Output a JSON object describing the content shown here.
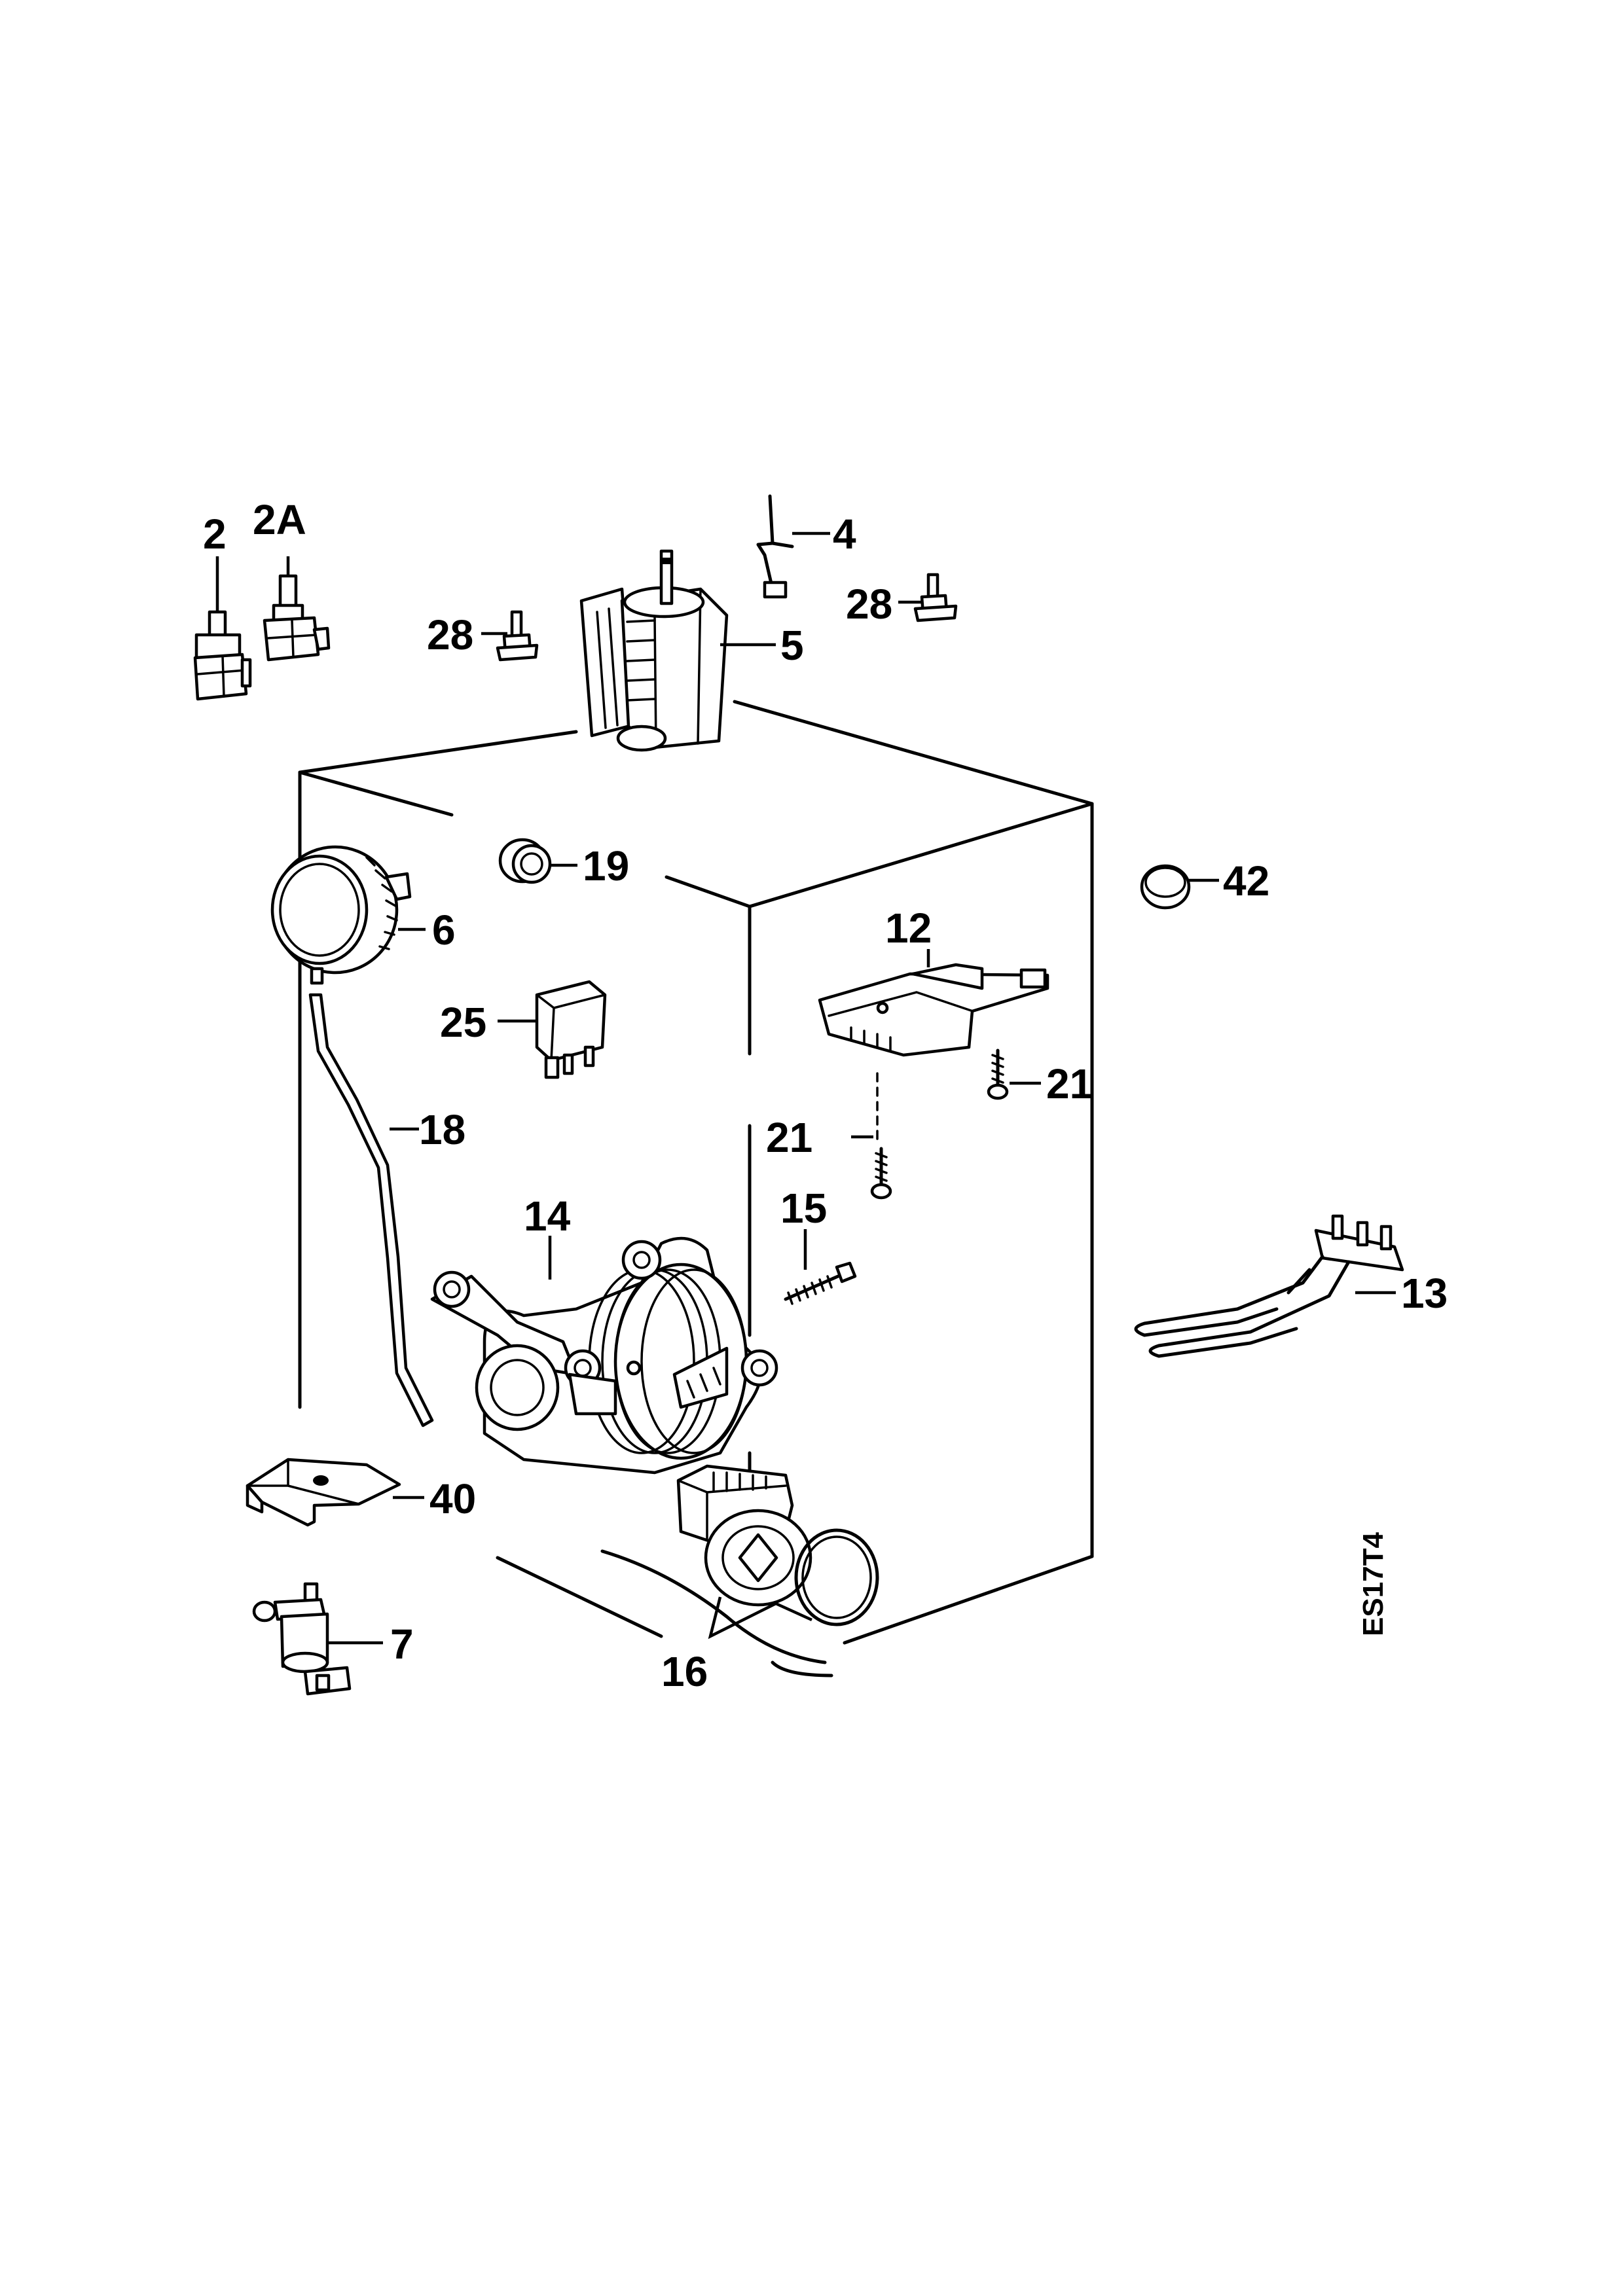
{
  "diagram": {
    "code": "ES17T4",
    "parts": [
      {
        "id": "p2",
        "label": "2"
      },
      {
        "id": "p2a",
        "label": "2A"
      },
      {
        "id": "p4",
        "label": "4"
      },
      {
        "id": "p5",
        "label": "5"
      },
      {
        "id": "p28a",
        "label": "28"
      },
      {
        "id": "p28b",
        "label": "28"
      },
      {
        "id": "p19",
        "label": "19"
      },
      {
        "id": "p42",
        "label": "42"
      },
      {
        "id": "p6",
        "label": "6"
      },
      {
        "id": "p12",
        "label": "12"
      },
      {
        "id": "p25",
        "label": "25"
      },
      {
        "id": "p21a",
        "label": "21"
      },
      {
        "id": "p21b",
        "label": "21"
      },
      {
        "id": "p18",
        "label": "18"
      },
      {
        "id": "p13",
        "label": "13"
      },
      {
        "id": "p14",
        "label": "14"
      },
      {
        "id": "p15",
        "label": "15"
      },
      {
        "id": "p40",
        "label": "40"
      },
      {
        "id": "p7",
        "label": "7"
      },
      {
        "id": "p16",
        "label": "16"
      }
    ]
  }
}
